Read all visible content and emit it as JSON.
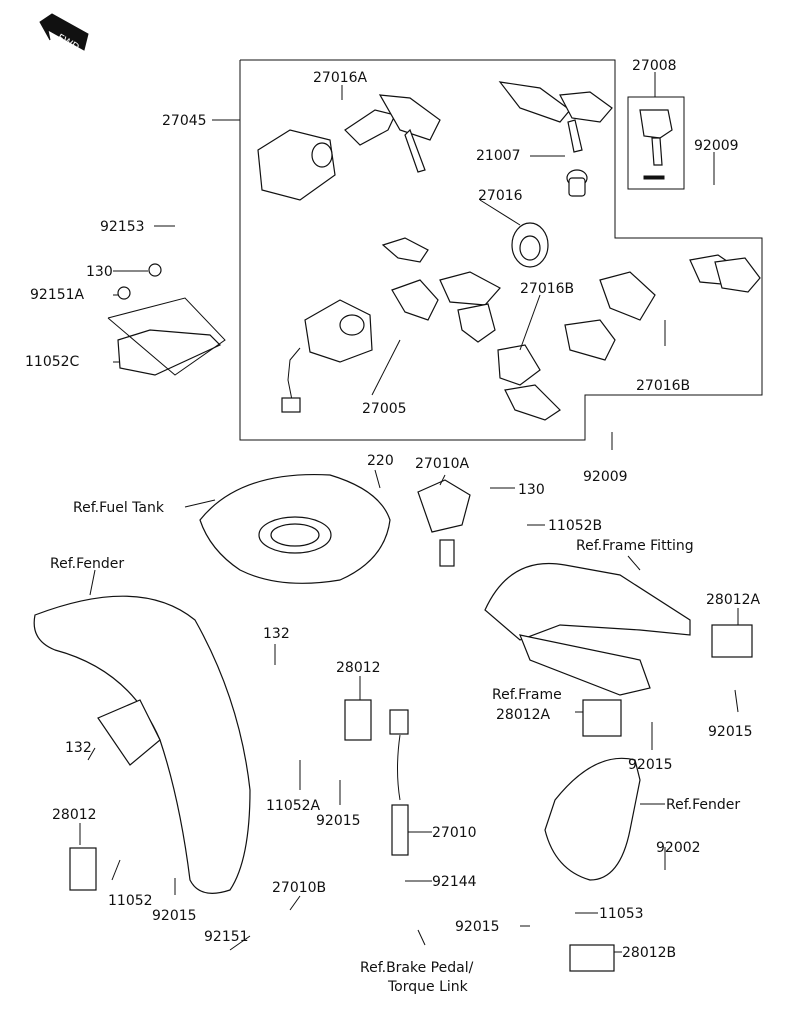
{
  "fwd": "FWD",
  "labels": {
    "p27045": "27045",
    "p27016A": "27016A",
    "p27008": "27008",
    "p21007": "21007",
    "p92009a": "92009",
    "p92153": "92153",
    "p27016": "27016",
    "p130a": "130",
    "p92151A": "92151A",
    "p27016Ba": "27016B",
    "p11052C": "11052C",
    "p27016Bb": "27016B",
    "p27005": "27005",
    "p92009b": "92009",
    "p220": "220",
    "p27010A": "27010A",
    "p130b": "130",
    "p11052B": "11052B",
    "refFuelTank": "Ref.Fuel Tank",
    "refFrameFitting": "Ref.Frame Fitting",
    "refFenderA": "Ref.Fender",
    "p28012Aa": "28012A",
    "p132a": "132",
    "p28012a": "28012",
    "refFrame": "Ref.Frame",
    "p28012Ab": "28012A",
    "p92015a": "92015",
    "p132b": "132",
    "p11052A": "11052A",
    "p92015b": "92015",
    "p92015c": "92015",
    "refFenderB": "Ref.Fender",
    "p28012b": "28012",
    "p27010": "27010",
    "p92002": "92002",
    "p11052": "11052",
    "p92015d": "92015",
    "p92144": "92144",
    "p27010B": "27010B",
    "p92015e": "92015",
    "p11053": "11053",
    "p92151": "92151",
    "p28012B": "28012B",
    "refBrake1": "Ref.Brake Pedal/",
    "refBrake2": "Torque Link"
  }
}
